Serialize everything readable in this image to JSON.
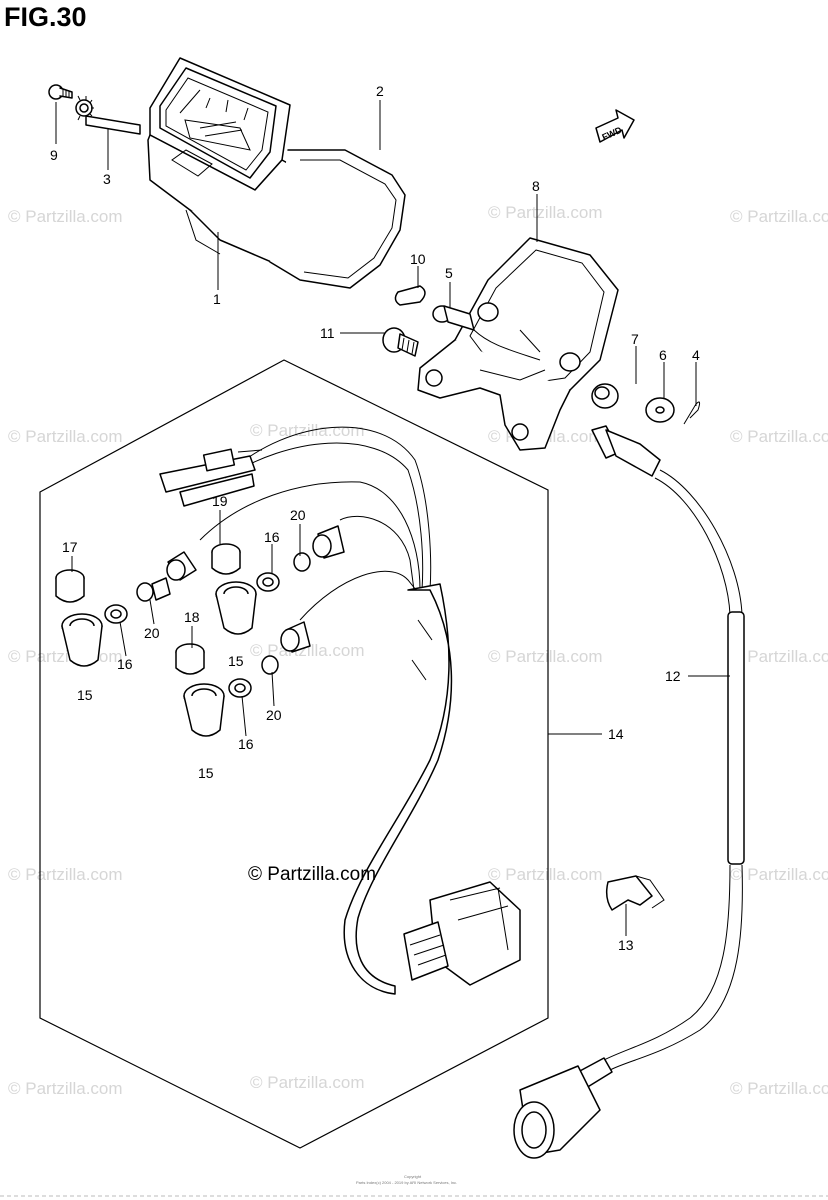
{
  "figure": {
    "title": "FIG.30"
  },
  "watermark": {
    "text": "© Partzilla.com"
  },
  "main_watermark": {
    "text": "© Partzilla.com"
  },
  "fwd_badge": {
    "text": "FWD"
  },
  "callouts": [
    "1",
    "2",
    "3",
    "4",
    "5",
    "6",
    "7",
    "8",
    "9",
    "10",
    "11",
    "12",
    "13",
    "14",
    "15",
    "15",
    "15",
    "16",
    "16",
    "16",
    "17",
    "18",
    "19",
    "20",
    "20",
    "20"
  ],
  "footer": {
    "copyright_line1": "Copyright",
    "copyright_line2": "Parts Index(c) 2004 - 2019 by ARI Network Services, Inc."
  }
}
